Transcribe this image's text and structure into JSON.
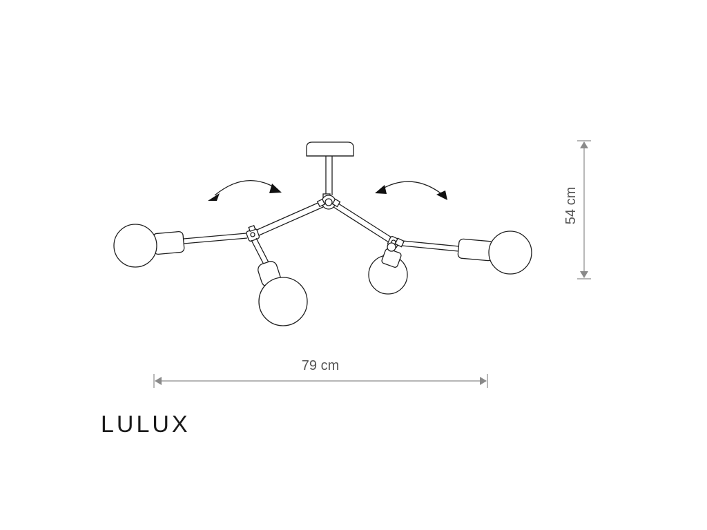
{
  "product": {
    "name": "LULUX"
  },
  "dimensions": {
    "width_label": "79 cm",
    "height_label": "54 cm"
  }
}
